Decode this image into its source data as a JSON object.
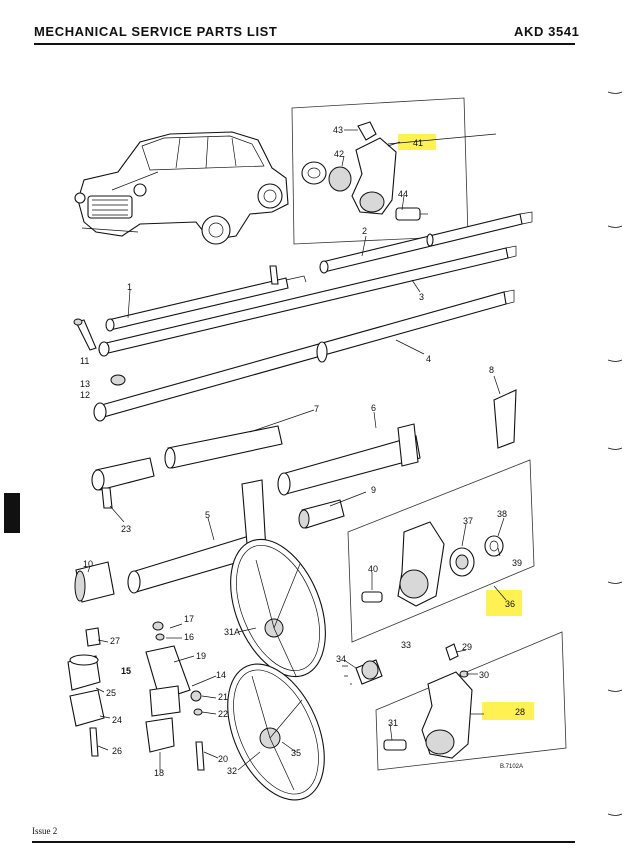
{
  "header": {
    "title": "MECHANICAL SERVICE PARTS LIST",
    "code": "AKD 3541"
  },
  "footer": {
    "issue": "Issue 2"
  },
  "figure": {
    "reference": "B.7102A",
    "labels": [
      "1",
      "2",
      "3",
      "4",
      "5",
      "6",
      "7",
      "8",
      "9",
      "10",
      "11",
      "12",
      "13",
      "14",
      "15",
      "16",
      "17",
      "18",
      "19",
      "20",
      "21",
      "22",
      "23",
      "24",
      "25",
      "26",
      "27",
      "28",
      "29",
      "30",
      "31",
      "31A",
      "32",
      "33",
      "34",
      "35",
      "36",
      "37",
      "38",
      "39",
      "40",
      "41",
      "42",
      "43",
      "44"
    ],
    "highlighted": [
      "41",
      "36",
      "28"
    ]
  },
  "colors": {
    "highlight": "#ffee33",
    "ink": "#111111"
  }
}
